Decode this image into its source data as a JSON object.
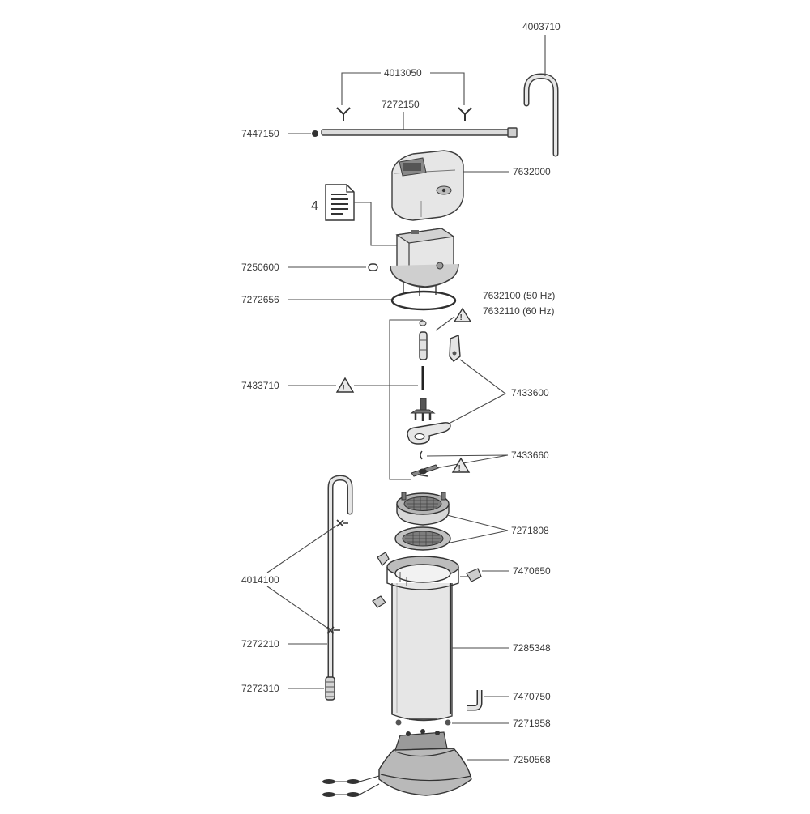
{
  "labels": {
    "p4003710": "4003710",
    "p4013050": "4013050",
    "p7272150": "7272150",
    "p7447150": "7447150",
    "p7632000": "7632000",
    "doc_number": "4",
    "p7250600": "7250600",
    "p7272656": "7272656",
    "p7632100": "7632100 (50 Hz)",
    "p7632110": "7632110 (60 Hz)",
    "p7433710": "7433710",
    "p7433600": "7433600",
    "p7433660": "7433660",
    "p7271808": "7271808",
    "p7470650": "7470650",
    "p4014100": "4014100",
    "p7272210": "7272210",
    "p7285348": "7285348",
    "p7272310": "7272310",
    "p7470750": "7470750",
    "p7271958": "7271958",
    "p7250568": "7250568"
  },
  "icons": [
    "warning-triangle-icon",
    "document-icon"
  ]
}
